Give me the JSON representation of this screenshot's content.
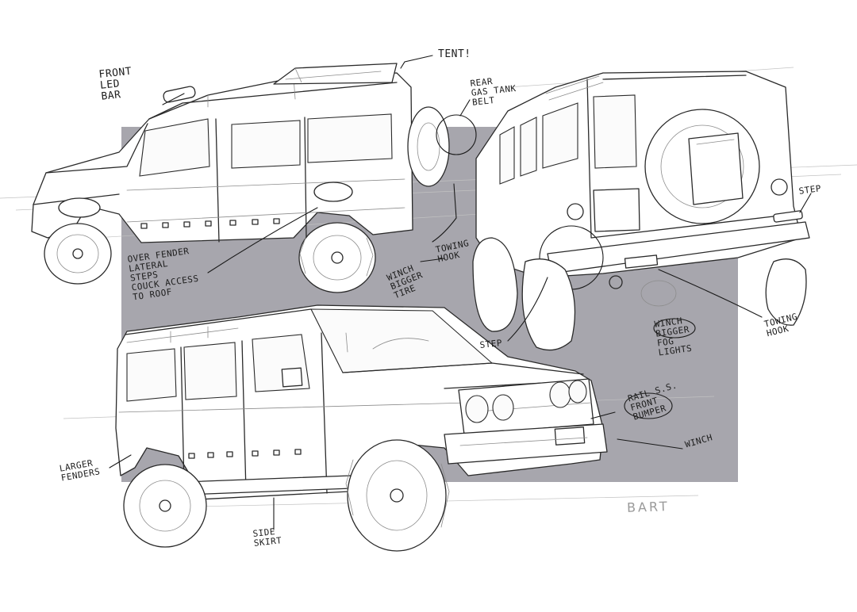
{
  "colors": {
    "background": "#ffffff",
    "panel": "#a7a6ad",
    "ink": "#2a2a2a",
    "signature": "#9a9a9a"
  },
  "annotations": {
    "front_led_bar": "FRONT\nLED\nBAR",
    "tent": "TENT!",
    "rear_gas_tank_belt": "REAR\nGAS TANK\nBELT",
    "step_right": "STEP",
    "towing_hook_mid": "TOWING\nHOOK",
    "over_fender": "OVER FENDER\nLATERAL\nSTEPS\nCOUCK ACCESS\nTO ROOF",
    "winch_bigger_tire": "WINCH\nBIGGER\nTIRE",
    "step_left": "STEP",
    "towing_hook_right": "TOWING\nHOOK",
    "winch_bigger_fog": "WINCH\nBIGGER\nFOG\nLIGHTS",
    "rail_front_bumper": "RAIL S.S.\nFRONT\nBUMPER",
    "winch": "WINCH",
    "larger_fenders": "LARGER\nFENDERS",
    "side_skirt": "SIDE\nSKIRT"
  },
  "signature": "BART"
}
